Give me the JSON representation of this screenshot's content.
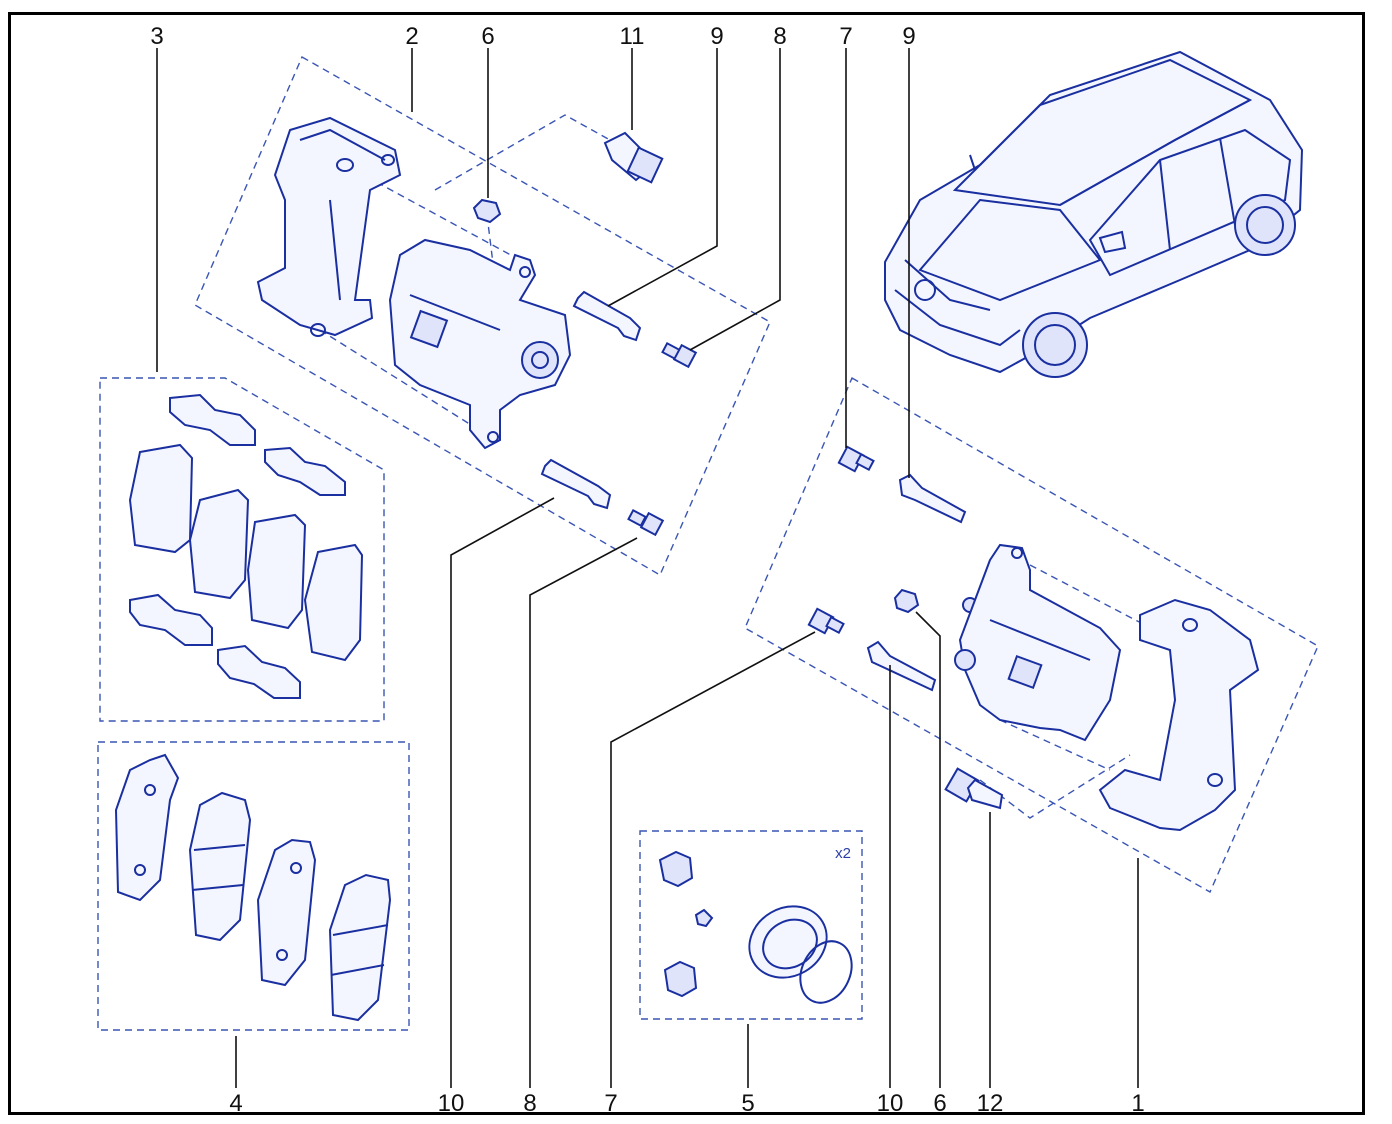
{
  "labels": {
    "top": [
      "3",
      "2",
      "6",
      "11",
      "9",
      "8",
      "7",
      "9"
    ],
    "bottom": [
      "4",
      "10",
      "8",
      "7",
      "5",
      "10",
      "6",
      "12",
      "1"
    ]
  },
  "kit_quantity": "x2",
  "colors": {
    "ink": "#1a2fa0",
    "fill": "#f4f6ff",
    "frame": "#000000"
  }
}
